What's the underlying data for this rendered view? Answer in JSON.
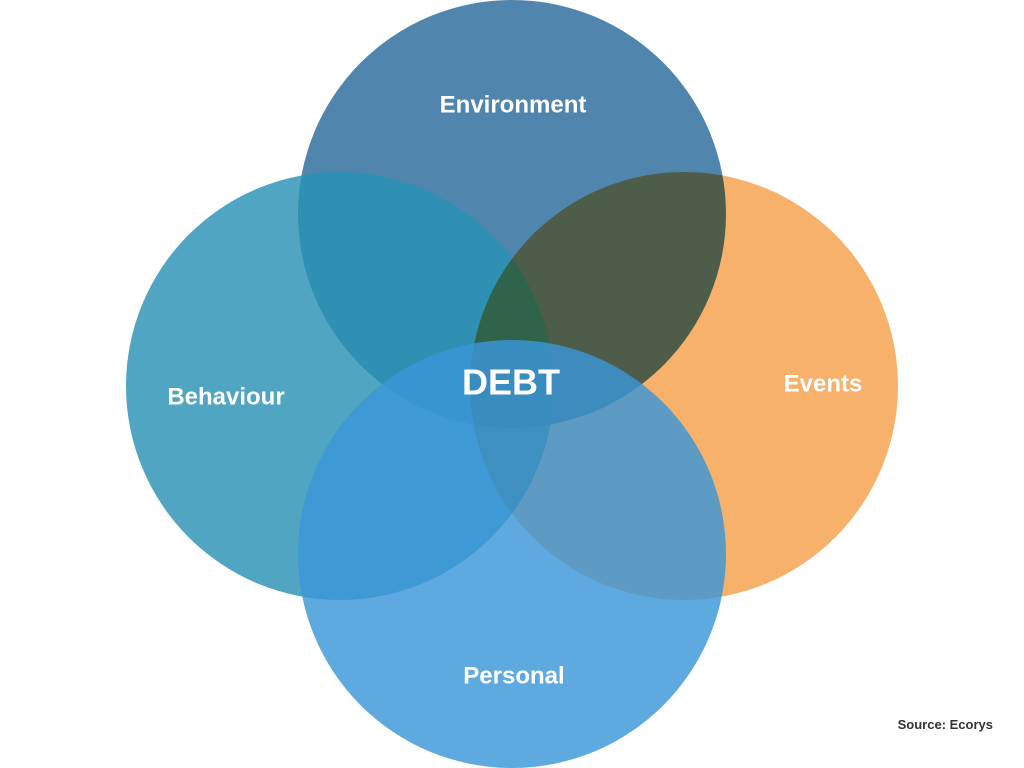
{
  "diagram": {
    "center_label": "DEBT",
    "circles": [
      {
        "id": "environment",
        "label": "Environment",
        "color": "#2A6B9C"
      },
      {
        "id": "behaviour",
        "label": "Behaviour",
        "color": "#2A93B5"
      },
      {
        "id": "events",
        "label": "Events",
        "color": "#F5A04A"
      },
      {
        "id": "personal",
        "label": "Personal",
        "color": "#3A96D8"
      }
    ]
  },
  "source": "Source: Ecorys"
}
